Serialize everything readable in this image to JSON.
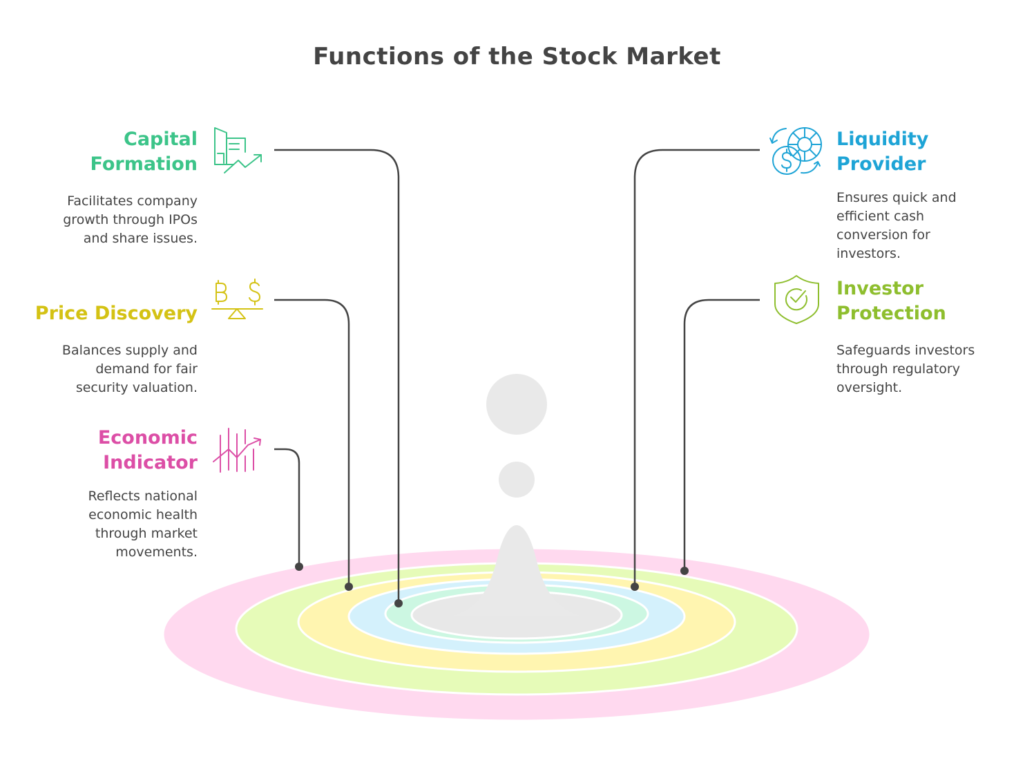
{
  "title": "Functions of the Stock Market",
  "items": [
    {
      "title": "Capital\nFormation",
      "description": "Facilitates company\ngrowth through IPOs\nand share issues.",
      "color": "#3cc489",
      "icon": "building-growth-icon"
    },
    {
      "title": "Price Discovery",
      "description": "Balances supply and\ndemand for fair\nsecurity valuation.",
      "color": "#d4c214",
      "icon": "currency-scale-icon"
    },
    {
      "title": "Economic\nIndicator",
      "description": "Reflects national\neconomic health\nthrough market\nmovements.",
      "color": "#dc4ea6",
      "icon": "market-trend-icon"
    },
    {
      "title": "Liquidity\nProvider",
      "description": "Ensures quick and\nefficient cash\nconversion for\ninvestors.",
      "color": "#1ea4d6",
      "icon": "cash-exchange-icon"
    },
    {
      "title": "Investor\nProtection",
      "description": "Safeguards investors\nthrough regulatory\noversight.",
      "color": "#8ebe2e",
      "icon": "shield-check-icon"
    }
  ],
  "ripple_colors": [
    "#ffd9ef",
    "#e6fbb8",
    "#fff5b0",
    "#d4f1fc",
    "#ccf7e2",
    "#e8e8e8"
  ],
  "connector_color": "#444444",
  "drop_color": "#e9e9e9"
}
